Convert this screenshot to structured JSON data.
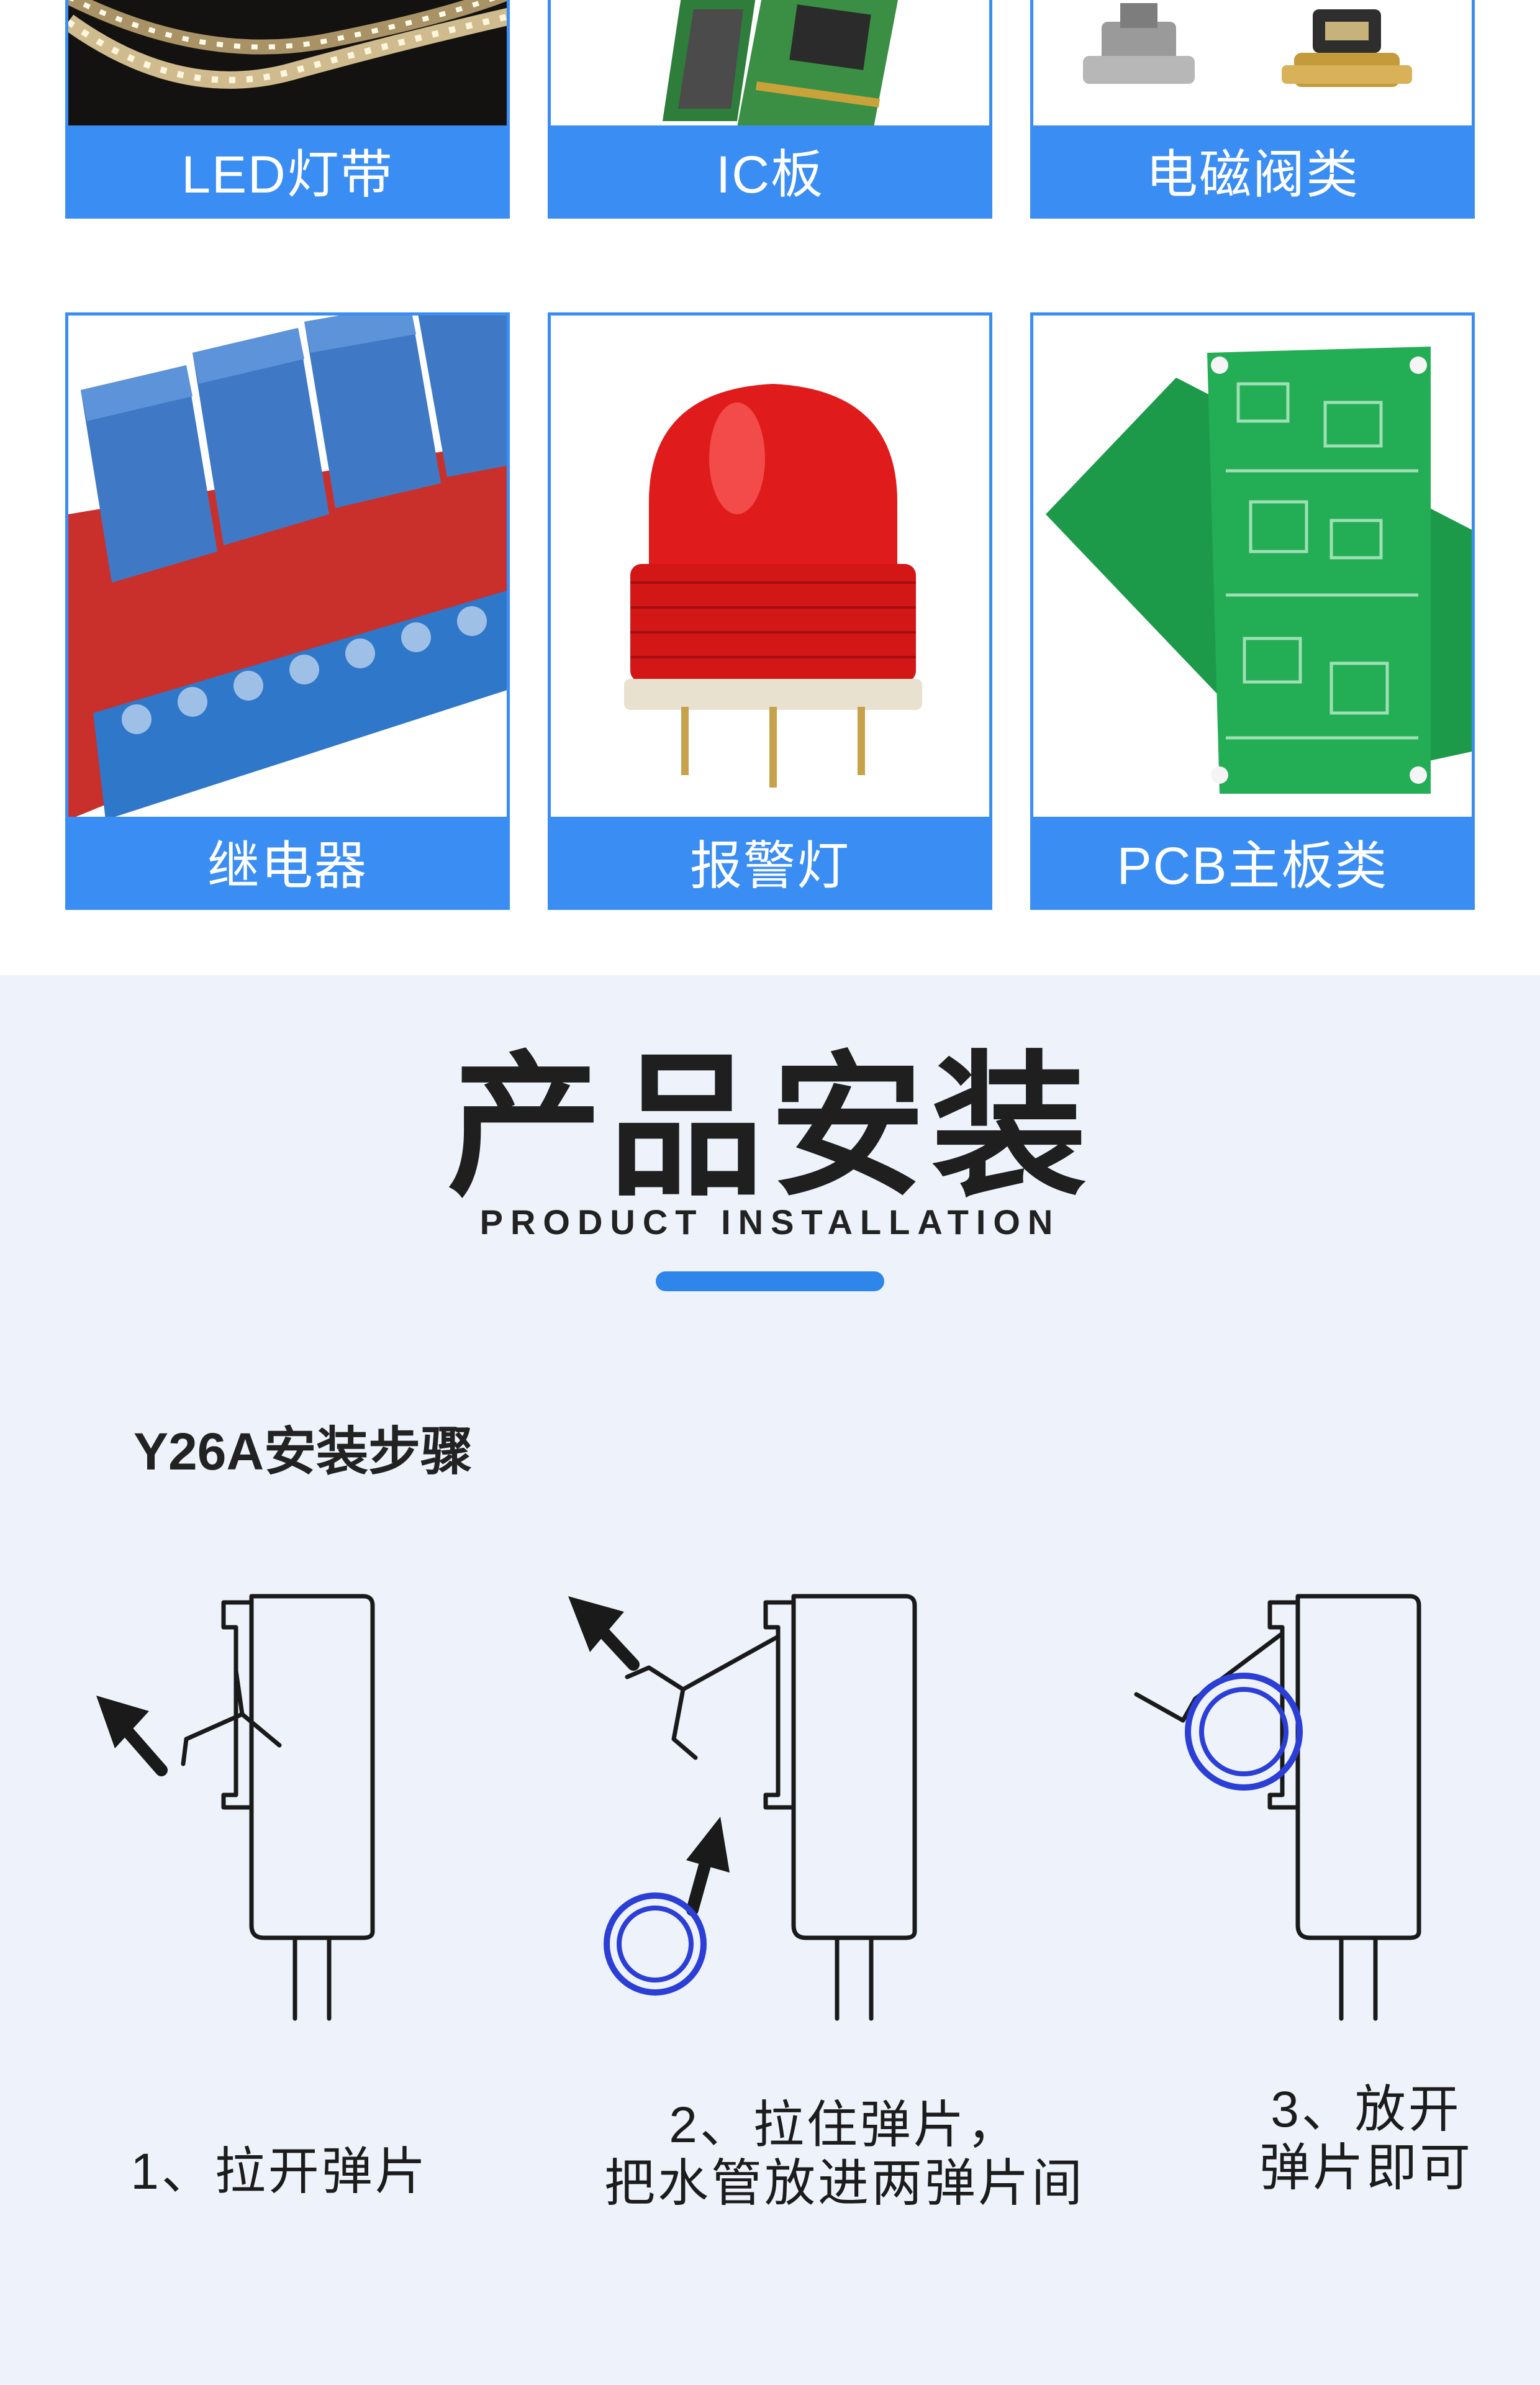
{
  "products": [
    {
      "label": "LED灯带",
      "icon": "led-strip-image"
    },
    {
      "label": "IC板",
      "icon": "ic-board-image"
    },
    {
      "label": "电磁阀类",
      "icon": "solenoid-valve-image"
    },
    {
      "label": "继电器",
      "icon": "relay-image"
    },
    {
      "label": "报警灯",
      "icon": "alarm-light-image"
    },
    {
      "label": "PCB主板类",
      "icon": "pcb-board-image"
    }
  ],
  "installation": {
    "title": "产品安装",
    "subtitle": "PRODUCT INSTALLATION",
    "steps_title": "Y26A安装步骤",
    "steps": [
      {
        "line1": "1、拉开弹片",
        "line2": ""
      },
      {
        "line1": "2、拉住弹片，",
        "line2": "把水管放进两弹片间"
      },
      {
        "line1": "3、放开",
        "line2": "弹片即可"
      }
    ]
  },
  "colors": {
    "accent": "#3a8ef3",
    "section_bg": "#eef3fb",
    "pipe_ring": "#2b3fd6",
    "text": "#1c1c1c"
  }
}
